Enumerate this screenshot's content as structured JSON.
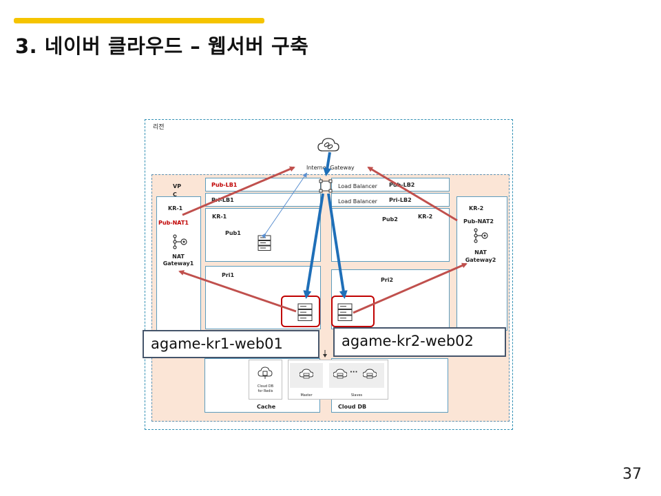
{
  "slide": {
    "title": "3. 네이버 클라우드 – 웹서버 구축",
    "page_number": "37"
  },
  "diagram": {
    "region_label": "리전",
    "internet_gateway_label": "Internet Gateway",
    "vpc_label_line1": "VP",
    "vpc_label_line2": "C",
    "kr1_zone": "KR-1",
    "kr2_zone": "KR-2",
    "pub_nat1": "Pub-NAT1",
    "pub_nat2": "Pub-NAT2",
    "nat_gateway1_line1": "NAT",
    "nat_gateway1_line2": "Gateway1",
    "nat_gateway2_line1": "NAT",
    "nat_gateway2_line2": "Gateway2",
    "pub_lb1": "Pub-LB1",
    "pri_lb1": "Pri-LB1",
    "pub_lb2": "Pub-LB2",
    "pri_lb2": "Pri-LB2",
    "load_balancer_pub": "Load Balancer",
    "load_balancer_pri": "Load Balancer",
    "kr1_inner": "KR-1",
    "kr2_inner": "KR-2",
    "pub1": "Pub1",
    "pub2": "Pub2",
    "pri1": "Pri1",
    "pri2": "Pri2",
    "cloud_db_redis_line1": "Cloud DB",
    "cloud_db_redis_line2": "for Redis",
    "master": "Master",
    "slaves": "Slaves",
    "cache": "Cache",
    "cloud_db": "Cloud DB",
    "ellipsis": "···"
  },
  "callouts": {
    "web01": "agame-kr1-web01",
    "web02": "agame-kr2-web02"
  },
  "colors": {
    "accent_bar": "#f5c400",
    "vpc_fill": "#fbe5d6",
    "region_border": "#2f8fb3",
    "nat_arrow": "#c0504d",
    "lb_arrow": "#1f6fb8",
    "highlight": "#c00000"
  },
  "icons": [
    "cloud-link-icon",
    "load-balancer-node-icon",
    "nat-gateway-icon",
    "server-icon",
    "redis-icon",
    "db-server-icon"
  ]
}
